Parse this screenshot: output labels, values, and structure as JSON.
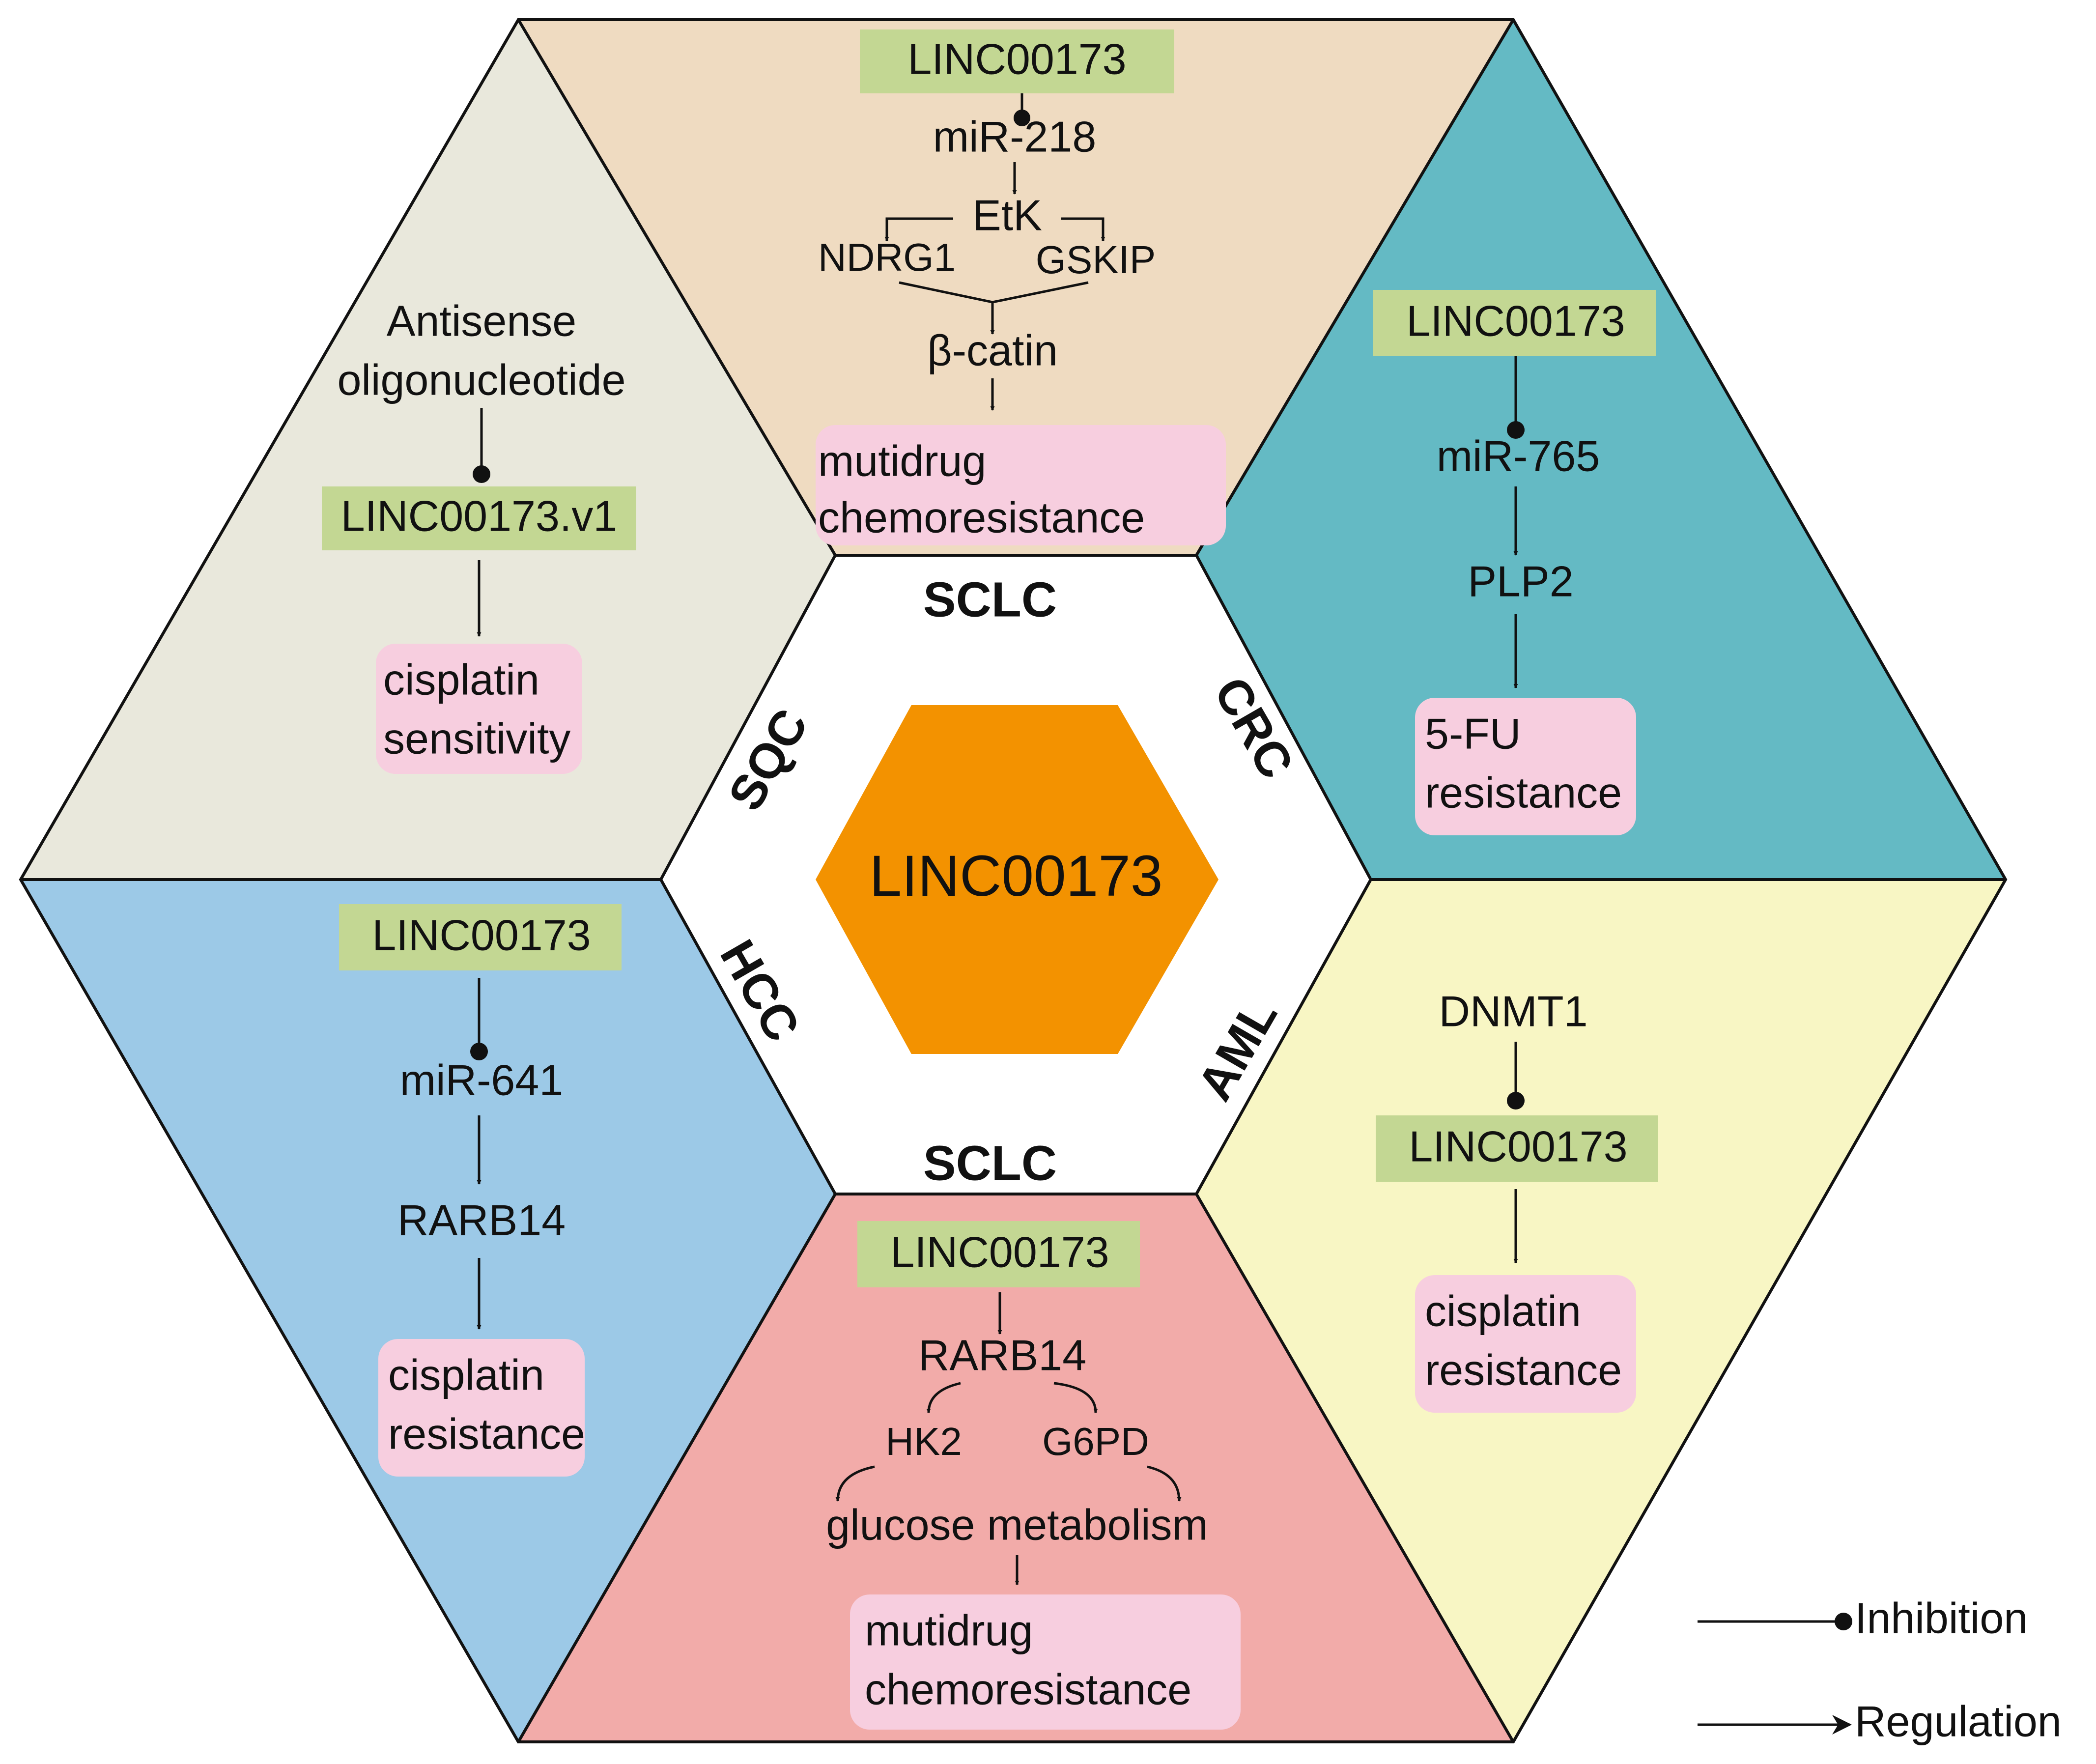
{
  "center_label": "LINC00173",
  "colors": {
    "center": "#F39200",
    "top": "#EFDBC1",
    "upper_left": "#E9E8DC",
    "upper_right": "#64BAC4",
    "lower_left": "#9CC9E7",
    "lower_right": "#F8F6C4",
    "bottom": "#F2ABA9",
    "gene_box": "#C3D793",
    "outcome_box": "#F7CEDF"
  },
  "inner_labels": {
    "top": "SCLC",
    "upper_left": "SQC",
    "upper_right": "CRC",
    "lower_left": "HCC",
    "lower_right": "AML",
    "bottom": "SCLC"
  },
  "top": {
    "gene": "LINC00173",
    "mirna": "miR-218",
    "etk": "EtK",
    "ndrg1": "NDRG1",
    "gskip": "GSKIP",
    "bcatenin": "β-catin",
    "outcome_1": "mutidrug",
    "outcome_2": "chemoresistance"
  },
  "upper_left": {
    "aso_1": "Antisense",
    "aso_2": "oligonucleotide",
    "gene": "LINC00173.v1",
    "outcome_1": "cisplatin",
    "outcome_2": "sensitivity"
  },
  "upper_right": {
    "gene": "LINC00173",
    "mirna": "miR-765",
    "target": "PLP2",
    "outcome_1": "5-FU",
    "outcome_2": "resistance"
  },
  "lower_left": {
    "gene": "LINC00173",
    "mirna": "miR-641",
    "target": "RARB14",
    "outcome_1": "cisplatin",
    "outcome_2": "resistance"
  },
  "lower_right": {
    "regulator": "DNMT1",
    "gene": "LINC00173",
    "outcome_1": "cisplatin",
    "outcome_2": "resistance"
  },
  "bottom": {
    "gene": "LINC00173",
    "target": "RARB14",
    "hk2": "HK2",
    "g6pd": "G6PD",
    "process": "glucose metabolism",
    "outcome_1": "mutidrug",
    "outcome_2": "chemoresistance"
  },
  "legend": {
    "inhibition": "Inhibition",
    "regulation": "Regulation"
  }
}
